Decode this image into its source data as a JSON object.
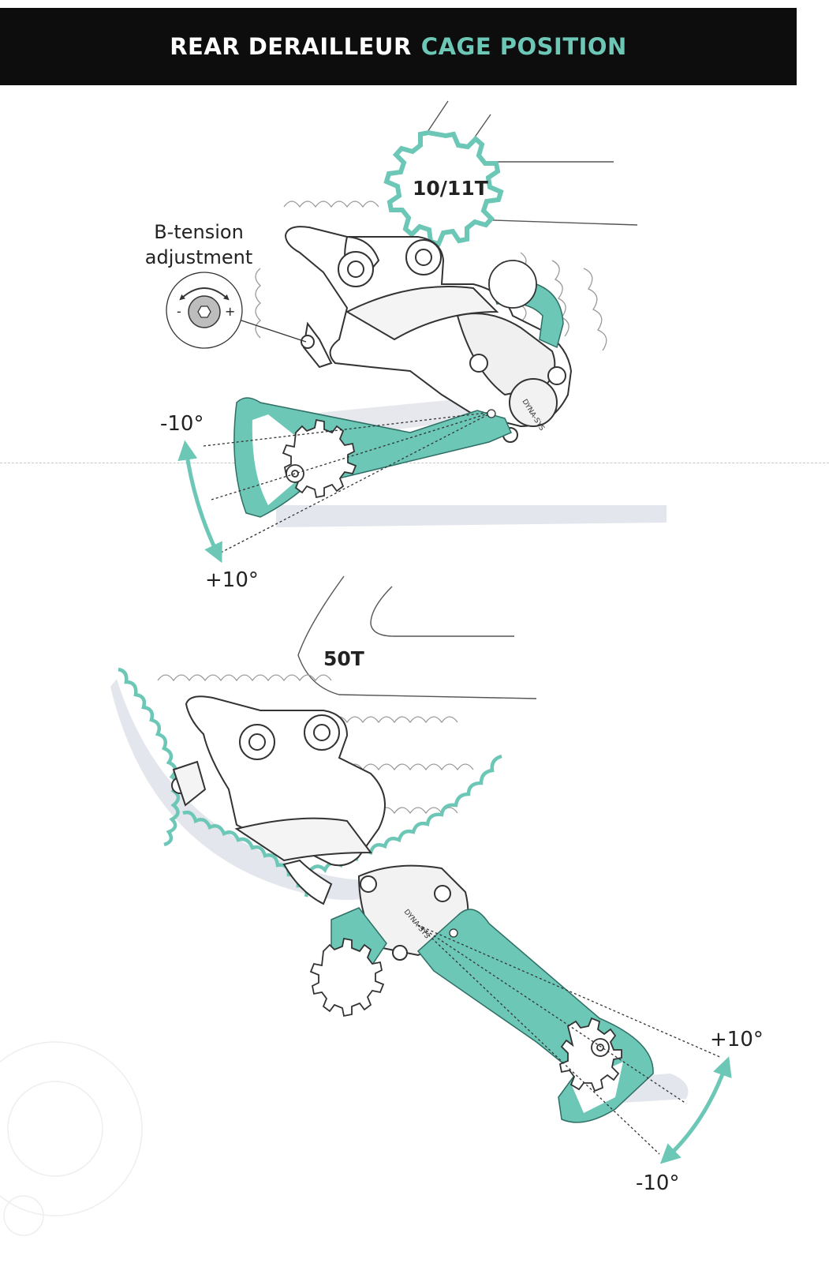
{
  "header": {
    "title_main": "REAR DERAILLEUR",
    "title_accent": "CAGE POSITION"
  },
  "colors": {
    "accent": "#6cc7b6",
    "header_bg": "#0d0d0d",
    "line": "#333333",
    "shadow": "#e3e6ec"
  },
  "top_diagram": {
    "cog_label": "10/11T",
    "adjust_label_line1": "B-tension",
    "adjust_label_line2": "adjustment",
    "minus_sign": "-",
    "plus_sign": "+",
    "angle_upper": "-10°",
    "angle_lower": "+10°",
    "brand_text": "DYNA-SYS"
  },
  "bottom_diagram": {
    "cog_label": "50T",
    "angle_upper": "+10°",
    "angle_lower": "-10°",
    "brand_text": "DYNA-SYS"
  }
}
